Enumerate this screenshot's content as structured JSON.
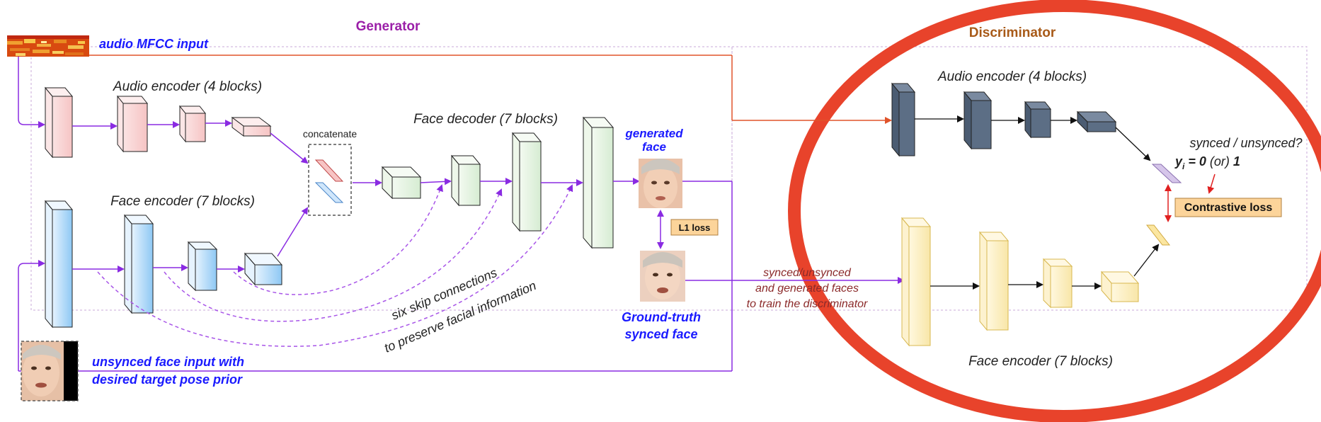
{
  "colors": {
    "generator_title": "#9b1fa8",
    "discriminator_title": "#a85a18",
    "blue_label": "#1a1aff",
    "purple_arrow": "#8a2be2",
    "red_arrow": "#e0532a",
    "red_ellipse": "#e8432b",
    "dark_red_text": "#8b2a2a",
    "audio_block": "#f8d2d2",
    "face_block": "#b8dcf8",
    "decoder_block": "#e2f2e0",
    "disc_audio_block": "#5c6e85",
    "disc_face_block": "#fbefc4",
    "loss_box": "#fcd49a"
  },
  "generator": {
    "title": "Generator",
    "audio_input_label": "audio MFCC input",
    "audio_encoder_label": "Audio encoder (4 blocks)",
    "face_encoder_label": "Face encoder (7 blocks)",
    "face_decoder_label": "Face decoder (7 blocks)",
    "concatenate_label": "concatenate",
    "generated_face_label": [
      "generated",
      "face"
    ],
    "ground_truth_label": [
      "Ground-truth",
      "synced face"
    ],
    "l1_loss_label": "L1 loss",
    "skip_label": [
      "six skip connections",
      "to preserve facial information"
    ],
    "unsynced_input_label": [
      "unsynced face input with",
      "desired target pose prior"
    ]
  },
  "discriminator": {
    "title": "Discriminator",
    "audio_encoder_label": "Audio encoder (4 blocks)",
    "face_encoder_label": "Face encoder (7 blocks)",
    "synced_question": "synced / unsynced?",
    "label_formula": {
      "y": "y",
      "sub": "i",
      "eq": " = 0",
      "or": " (or) ",
      "one": "1"
    },
    "contrastive_loss_label": "Contrastive loss",
    "train_text": [
      "synced/unsynced",
      "and generated faces",
      "to train the discriminator"
    ]
  }
}
